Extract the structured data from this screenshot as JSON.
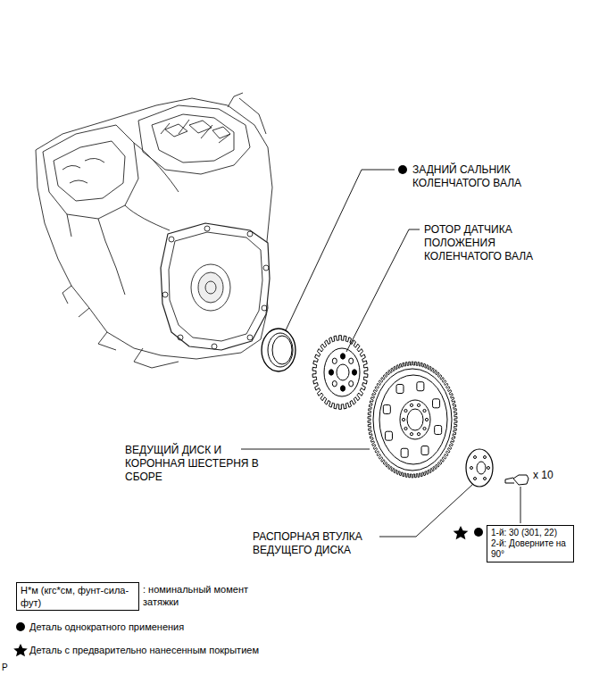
{
  "diagram": {
    "nodes": [
      {
        "text": [
          "1-й: 30 (301, 22)",
          "2-й: Доверните на 90°"
        ]
      },
      {
        "text": [
          "Н*м (кгс*см, фунт-сила-фут)"
        ]
      }
    ],
    "labels": [
      "ЗАДНИЙ САЛЬНИК КОЛЕНЧАТОГО ВАЛА",
      "РОТОР ДАТЧИКА ПОЛОЖЕНИЯ КОЛЕНЧАТОГО ВАЛА",
      "ВЕДУЩИЙ ДИСК И КОРОННАЯ ШЕСТЕРНЯ В СБОРЕ",
      "РАСПОРНАЯ ВТУЛКА ВЕДУЩЕГО ДИСКА",
      "x 10",
      "P"
    ],
    "legend": [
      {
        "text": ": номинальный момент затяжки"
      },
      {
        "text": "Деталь однократного применения"
      },
      {
        "text": "Деталь с предварительно нанесенным покрытием"
      }
    ]
  }
}
